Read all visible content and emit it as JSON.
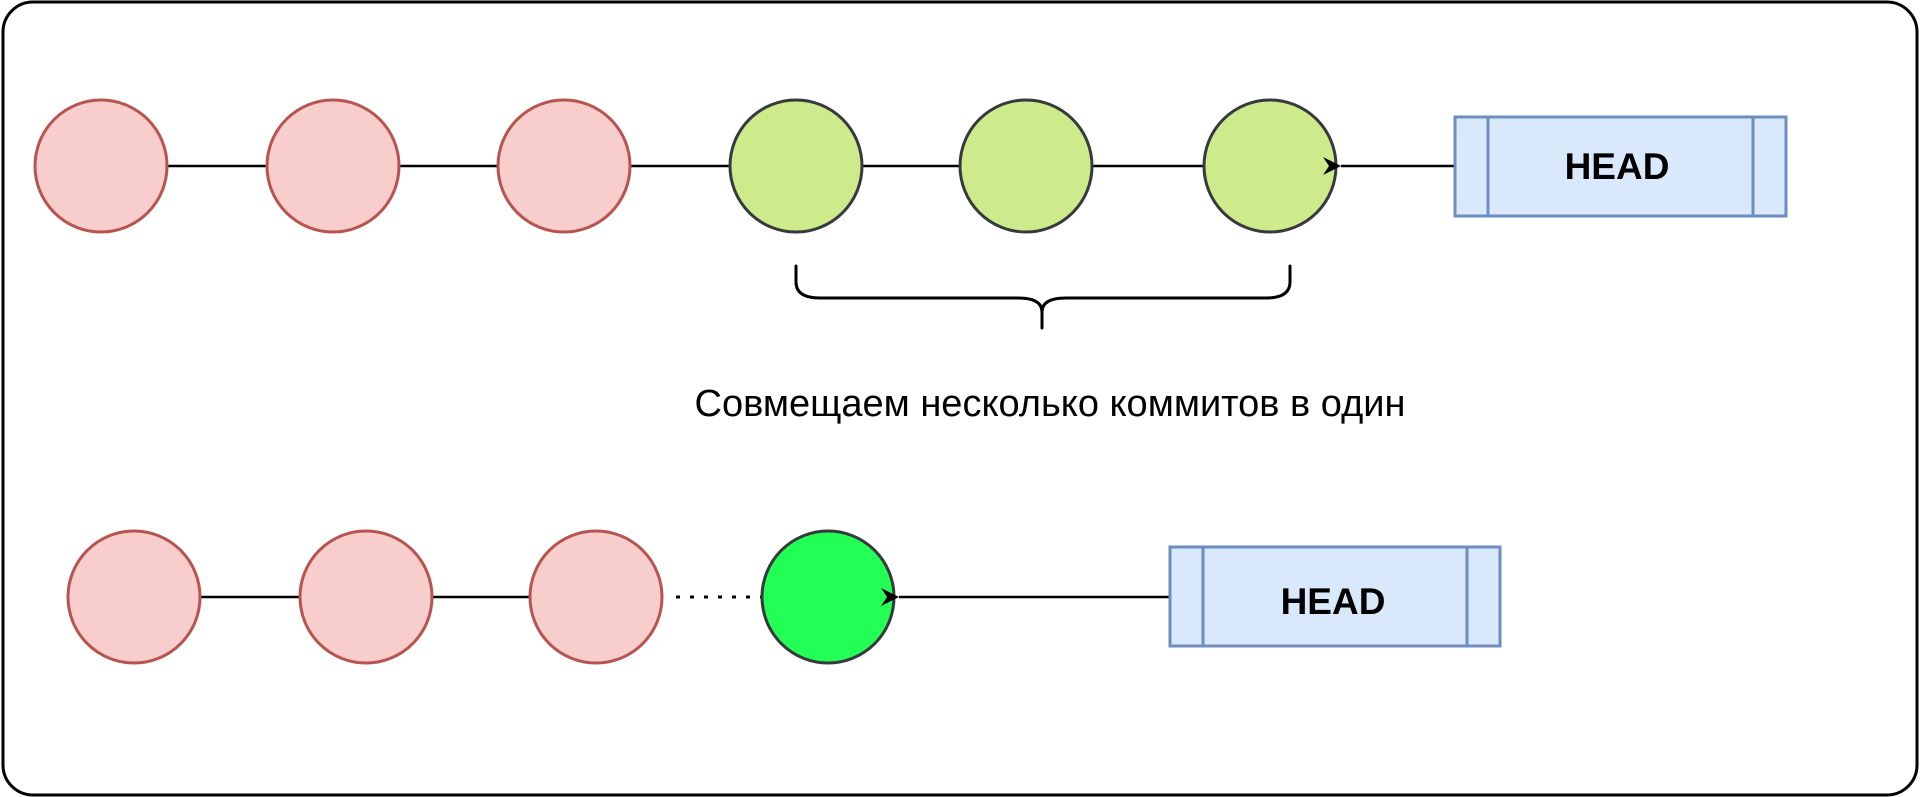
{
  "caption": "Совмещаем несколько коммитов в один",
  "head_label_top": "HEAD",
  "head_label_bottom": "HEAD",
  "colors": {
    "frame_stroke": "#000000",
    "old_commit_fill": "#f8cecc",
    "old_commit_stroke": "#b85450",
    "squash_commit_fill": "#cdeb8b",
    "squash_commit_stroke": "#36393d",
    "new_commit_fill": "#22ff55",
    "new_commit_stroke": "#36393d",
    "head_fill": "#dae8fc",
    "head_stroke": "#6c8ebf",
    "edge": "#000000"
  },
  "top_row": {
    "commits": [
      "old",
      "old",
      "old",
      "squash",
      "squash",
      "squash"
    ]
  },
  "bottom_row": {
    "commits": [
      "old",
      "old",
      "old",
      "new"
    ]
  }
}
